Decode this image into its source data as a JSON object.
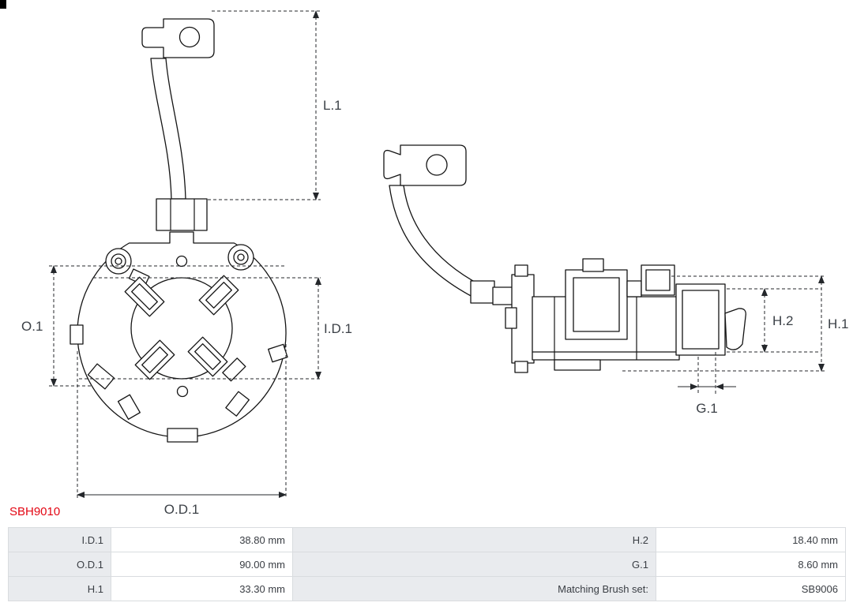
{
  "part_number": "SBH9010",
  "drawing": {
    "front_view": {
      "dimension_labels": {
        "L1": "L.1",
        "O1": "O.1",
        "ID1": "I.D.1",
        "OD1": "O.D.1"
      }
    },
    "side_view": {
      "dimension_labels": {
        "H2": "H.2",
        "H1": "H.1",
        "G1": "G.1"
      }
    }
  },
  "spec_table": {
    "rows": [
      {
        "label_left": "I.D.1",
        "value_left": "38.80 mm",
        "label_right": "H.2",
        "value_right": "18.40 mm"
      },
      {
        "label_left": "O.D.1",
        "value_left": "90.00 mm",
        "label_right": "G.1",
        "value_right": "8.60 mm"
      },
      {
        "label_left": "H.1",
        "value_left": "33.30 mm",
        "label_right": "Matching Brush set:",
        "value_right": "SB9006"
      }
    ]
  },
  "colors": {
    "part_number": "#e30613",
    "table_label_bg": "#e9ebee",
    "table_border": "#d9dcdf",
    "drawing_line": "#141414"
  }
}
